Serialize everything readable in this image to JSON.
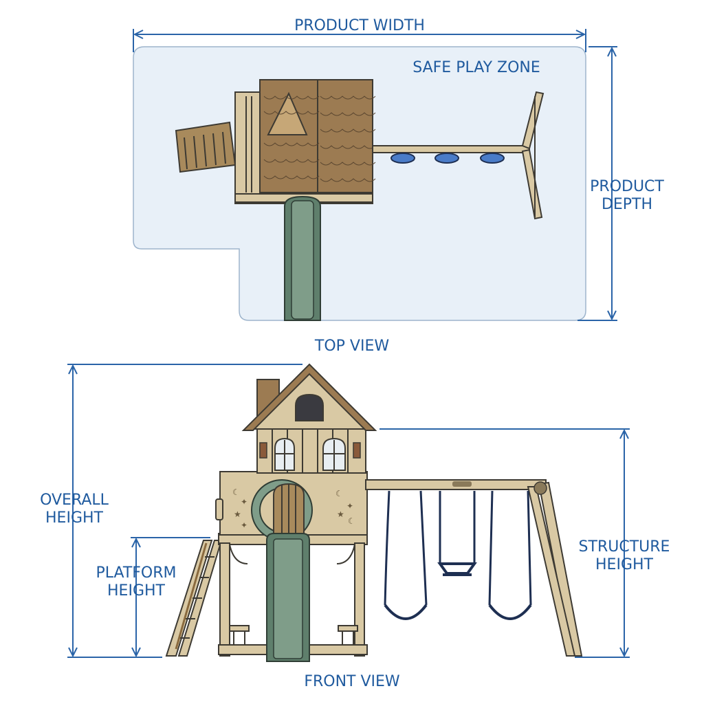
{
  "labels": {
    "product_width": "PRODUCT WIDTH",
    "safe_play_zone": "SAFE PLAY ZONE",
    "product_depth_1": "PRODUCT",
    "product_depth_2": "DEPTH",
    "top_view": "TOP VIEW",
    "overall_height_1": "OVERALL",
    "overall_height_2": "HEIGHT",
    "platform_height_1": "PLATFORM",
    "platform_height_2": "HEIGHT",
    "structure_height_1": "STRUCTURE",
    "structure_height_2": "HEIGHT",
    "front_view": "FRONT VIEW"
  },
  "colors": {
    "accent": "#2a64a8",
    "safe_zone_fill": "#e8f0f8",
    "wood": "#d9c9a4",
    "roof": "#9c7b52",
    "slide": "#5f7f6c",
    "chain": "#1e2f52",
    "swing_cup": "#4a7cc8"
  }
}
